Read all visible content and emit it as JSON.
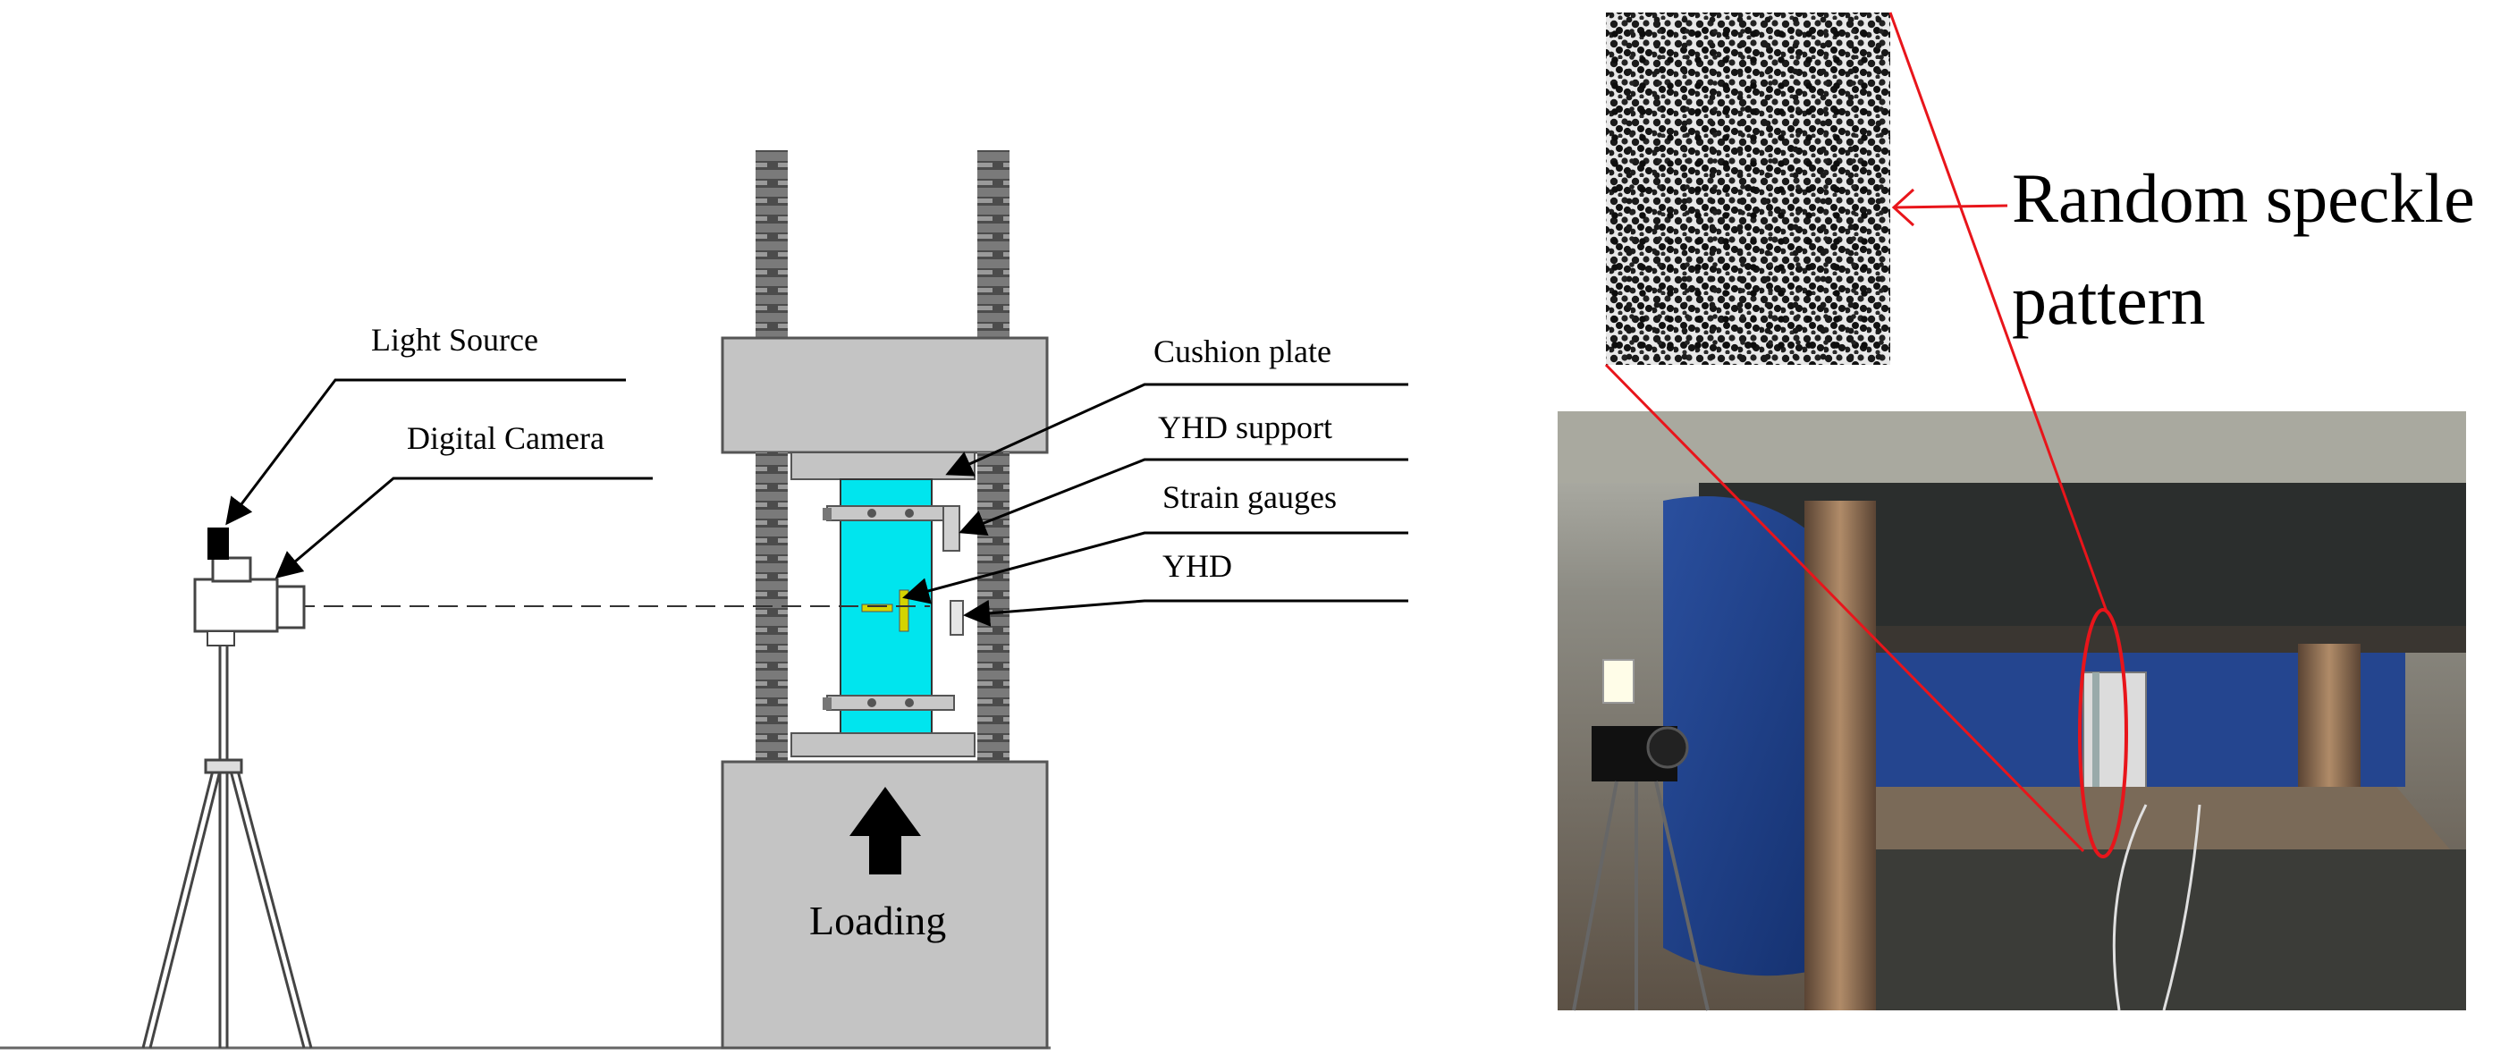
{
  "diagram": {
    "labels": {
      "light_source": "Light Source",
      "digital_camera": "Digital Camera",
      "cushion_plate": "Cushion plate",
      "yhd_support": "YHD support",
      "strain_gauges": "Strain gauges",
      "yhd": "YHD",
      "loading": "Loading"
    },
    "colors": {
      "machine_gray": "#c4c4c4",
      "specimen_cyan": "#00e5ee",
      "gauge_yellow": "#d4d400",
      "annotation_red": "#e8151b"
    }
  },
  "photo": {
    "speckle_label_line1": "Random speckle",
    "speckle_label_line2": "pattern"
  }
}
